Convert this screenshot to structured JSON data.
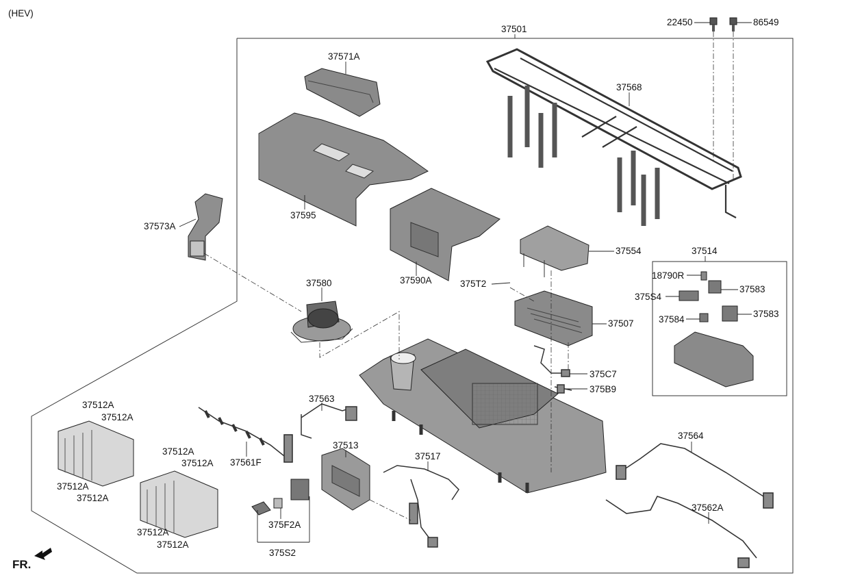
{
  "header": {
    "variant": "(HEV)"
  },
  "frame_label": "FR.",
  "callouts": {
    "c37501": "37501",
    "c22450": "22450",
    "c86549": "86549",
    "c37571A": "37571A",
    "c37568": "37568",
    "c37595": "37595",
    "c37573A": "37573A",
    "c37590A": "37590A",
    "c37554": "37554",
    "c37514": "37514",
    "c18790R": "18790R",
    "c375T2": "375T2",
    "c37580": "37580",
    "c375S4": "375S4",
    "c37583a": "37583",
    "c37584": "37584",
    "c37583b": "37583",
    "c37507": "37507",
    "c375C7": "375C7",
    "c375B9": "375B9",
    "c37563": "37563",
    "c37512A_1": "37512A",
    "c37512A_2": "37512A",
    "c37512A_3": "37512A",
    "c37512A_4": "37512A",
    "c37512A_5": "37512A",
    "c37512A_6": "37512A",
    "c37512A_7": "37512A",
    "c37512A_8": "37512A",
    "c37561F": "37561F",
    "c37513": "37513",
    "c37517": "37517",
    "c37564": "37564",
    "c37562A": "37562A",
    "c375F2A": "375F2A",
    "c375S2": "375S2"
  },
  "colors": {
    "part_fill": "#8f8f8f",
    "part_dark": "#5a5a5a",
    "part_light": "#c4c4c4",
    "line": "#222222"
  }
}
